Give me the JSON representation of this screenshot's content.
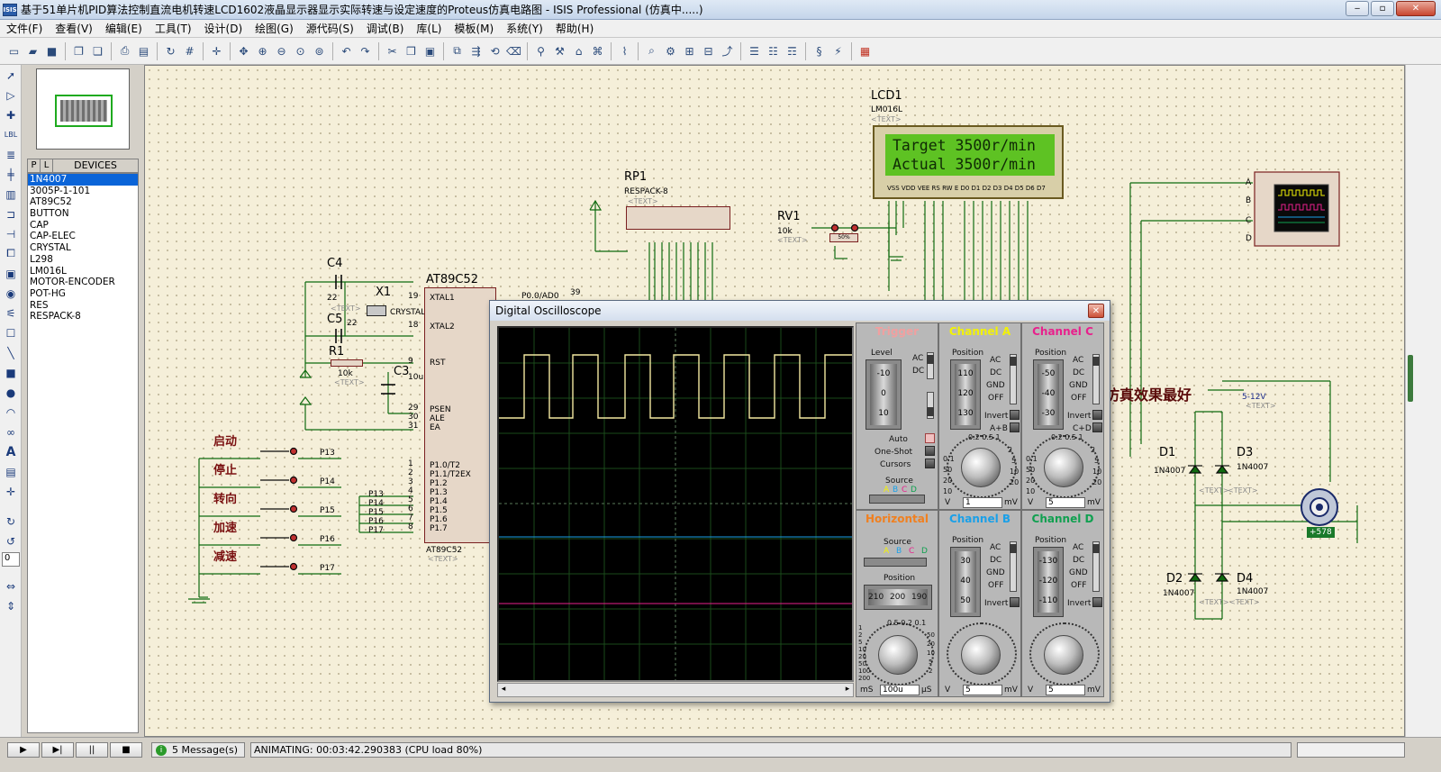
{
  "window": {
    "title": "基于51单片机PID算法控制直流电机转速LCD1602液晶显示器显示实际转速与设定速度的Proteus仿真电路图 - ISIS Professional (仿真中.....)",
    "app_icon": "ISIS",
    "minimize": "‒",
    "restore": "▫",
    "close": "✕"
  },
  "menu": [
    "文件(F)",
    "查看(V)",
    "编辑(E)",
    "工具(T)",
    "设计(D)",
    "绘图(G)",
    "源代码(S)",
    "调试(B)",
    "库(L)",
    "模板(M)",
    "系统(Y)",
    "帮助(H)"
  ],
  "devices": {
    "tab_p": "P",
    "tab_l": "L",
    "title": "DEVICES",
    "items": [
      "1N4007",
      "3005P-1-101",
      "AT89C52",
      "BUTTON",
      "CAP",
      "CAP-ELEC",
      "CRYSTAL",
      "L298",
      "LM016L",
      "MOTOR-ENCODER",
      "POT-HG",
      "RES",
      "RESPACK-8"
    ],
    "selected_index": 0
  },
  "rotation_value": "0",
  "schematic": {
    "lcd_ref": "LCD1",
    "lcd_part": "LM016L",
    "lcd_line1": "Target 3500r/min",
    "lcd_line2": "Actual 3500r/min",
    "lcd_pins": "VSS VDD VEE RS RW E D0 D1 D2 D3 D4 D5 D6 D7",
    "rp1_ref": "RP1",
    "rp1_part": "RESPACK-8",
    "rv1_ref": "RV1",
    "rv1_val": "10k",
    "rv1_pct": "50%",
    "c4_ref": "C4",
    "c4_val": "22",
    "c5_ref": "C5",
    "c5_val": "22",
    "x1_ref": "X1",
    "x1_part": "CRYSTAL",
    "r1_ref": "R1",
    "r1_val": "10k",
    "c3_ref": "C3",
    "c3_val": "10uF",
    "mcu_ref": "AT89C52",
    "mcu_part": "AT89C52",
    "text_tag": "<TEXT>",
    "mcu_pins_left": [
      "XTAL1",
      "XTAL2",
      "RST",
      "PSEN",
      "ALE",
      "EA",
      "P1.0/T2",
      "P1.1/T2EX",
      "P1.2",
      "P1.3",
      "P1.4",
      "P1.5",
      "P1.6",
      "P1.7"
    ],
    "mcu_pinnums_left": [
      "19",
      "18",
      "9",
      "29",
      "30",
      "31",
      "1",
      "2",
      "3",
      "4",
      "5",
      "6",
      "7",
      "8"
    ],
    "mcu_p00": "P0.0/AD0",
    "mcu_p00_num": "39",
    "buttons": [
      "启动",
      "停止",
      "转向",
      "加速",
      "减速"
    ],
    "button_ports": [
      "P13",
      "P14",
      "P15",
      "P16",
      "P17"
    ],
    "bus_labels": [
      "P13",
      "P14",
      "P15",
      "P16",
      "P17"
    ],
    "note": "仿真效果最好",
    "supply": "5-12V",
    "diodes": [
      {
        "ref": "D1",
        "part": "1N4007"
      },
      {
        "ref": "D3",
        "part": "1N4007"
      },
      {
        "ref": "D2",
        "part": "1N4007"
      },
      {
        "ref": "D4",
        "part": "1N4007"
      }
    ],
    "scope_channels": [
      "A",
      "B",
      "C",
      "D"
    ],
    "motor_speed": "+578"
  },
  "oscilloscope": {
    "title": "Digital Oscilloscope",
    "close": "✕",
    "trigger": {
      "title": "Trigger",
      "level_label": "Level",
      "level_ticks": [
        "-10",
        "0",
        "10"
      ],
      "ac": "AC",
      "dc": "DC",
      "auto": "Auto",
      "oneshot": "One-Shot",
      "cursors": "Cursors",
      "source_label": "Source",
      "sources": [
        "A",
        "B",
        "C",
        "D"
      ]
    },
    "channel_a": {
      "title": "Channel A",
      "position_label": "Position",
      "ticks": [
        "110",
        "120",
        "130"
      ],
      "modes": [
        "AC",
        "DC",
        "GND",
        "OFF"
      ],
      "invert": "Invert",
      "combo": "A+B",
      "scale_top": "0.2 0.5 1",
      "scale_left": [
        "0.1",
        "50",
        "20",
        "10"
      ],
      "scale_right": [
        "2",
        "5",
        "10",
        "20"
      ],
      "unit_v": "V",
      "value": "1",
      "unit": "mV"
    },
    "channel_c": {
      "title": "Channel C",
      "position_label": "Position",
      "ticks": [
        "-50",
        "-40",
        "-30"
      ],
      "modes": [
        "AC",
        "DC",
        "GND",
        "OFF"
      ],
      "invert": "Invert",
      "combo": "C+D",
      "scale_top": "0.2 0.5 1",
      "scale_left": [
        "0.1",
        "50",
        "20",
        "10"
      ],
      "scale_right": [
        "2",
        "5",
        "10",
        "20"
      ],
      "unit_v": "V",
      "value": "5",
      "unit": "mV"
    },
    "horizontal": {
      "title": "Horizontal",
      "source_label": "Source",
      "sources": [
        "A",
        "B",
        "C",
        "D"
      ],
      "position_label": "Position",
      "ticks": [
        "210",
        "200",
        "190"
      ],
      "scale_top": "0.5 0.2 0.1",
      "scale_left": [
        "1",
        "2",
        "5",
        "10",
        "20",
        "50",
        "100",
        "200"
      ],
      "scale_right": [
        "50",
        "20",
        "10",
        "5",
        "2"
      ],
      "unit_ms": "mS",
      "value": "100u",
      "unit": "µS"
    },
    "channel_b": {
      "title": "Channel B",
      "position_label": "Position",
      "ticks": [
        "30",
        "40",
        "50"
      ],
      "modes": [
        "AC",
        "DC",
        "GND",
        "OFF"
      ],
      "invert": "Invert",
      "unit_v": "V",
      "value": "5",
      "unit": "mV"
    },
    "channel_d": {
      "title": "Channel D",
      "position_label": "Position",
      "ticks": [
        "-130",
        "-120",
        "-110"
      ],
      "modes": [
        "AC",
        "DC",
        "GND",
        "OFF"
      ],
      "invert": "Invert",
      "unit_v": "V",
      "value": "5",
      "unit": "mV"
    },
    "colors": {
      "channel_a": "#f2f205",
      "channel_b": "#1aa0e8",
      "channel_c": "#e8208c",
      "channel_d": "#10a050",
      "trigger": "#f0a0a0",
      "horizontal": "#f08020"
    }
  },
  "status": {
    "play": "▶",
    "step": "▶|",
    "pause": "||",
    "stop": "■",
    "messages": "5 Message(s)",
    "animating": "ANIMATING: 00:03:42.290383 (CPU load 80%)"
  }
}
